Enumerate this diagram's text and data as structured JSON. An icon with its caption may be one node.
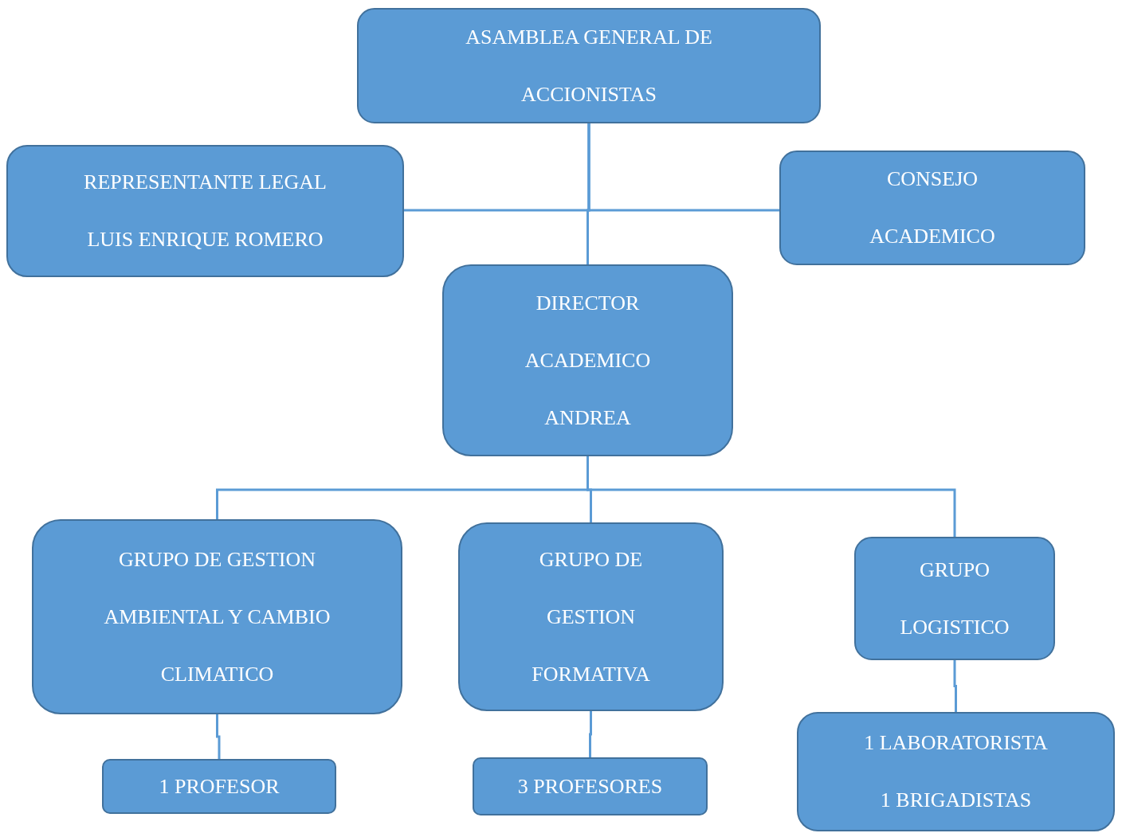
{
  "diagram": {
    "nodes": [
      {
        "text": [
          "ASAMBLEA GENERAL DE ACCIONISTAS"
        ]
      },
      {
        "text": [
          "REPRESENTANTE LEGAL",
          "LUIS ENRIQUE ROMERO"
        ]
      },
      {
        "text": [
          "CONSEJO ACADEMICO"
        ]
      },
      {
        "text": [
          "DIRECTOR ACADEMICO",
          "ANDREA"
        ]
      },
      {
        "text": [
          "GRUPO DE GESTION AMBIENTAL Y CAMBIO CLIMATICO"
        ]
      },
      {
        "text": [
          "GRUPO DE GESTION FORMATIVA"
        ]
      },
      {
        "text": [
          "GRUPO LOGISTICO"
        ]
      },
      {
        "text": [
          "1 PROFESOR"
        ]
      },
      {
        "text": [
          "3 PROFESORES"
        ]
      },
      {
        "text": [
          "1 LABORATORISTA",
          "1 BRIGADISTAS"
        ]
      }
    ],
    "edges": [
      {
        "from": 0,
        "to": 1,
        "arrow": "none"
      },
      {
        "from": 0,
        "to": 2,
        "arrow": "none"
      },
      {
        "from": 0,
        "to": 3,
        "arrow": "none"
      },
      {
        "from": 3,
        "to": 4,
        "arrow": "none"
      },
      {
        "from": 3,
        "to": 5,
        "arrow": "none"
      },
      {
        "from": 3,
        "to": 6,
        "arrow": "none"
      },
      {
        "from": 4,
        "to": 7,
        "arrow": "none"
      },
      {
        "from": 5,
        "to": 8,
        "arrow": "none"
      },
      {
        "from": 6,
        "to": 9,
        "arrow": "none"
      }
    ]
  }
}
